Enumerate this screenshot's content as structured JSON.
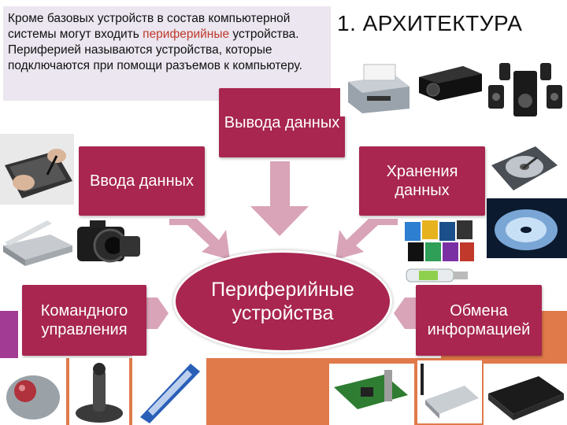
{
  "intro": {
    "part1": "Кроме базовых устройств в состав компьютерной системы могут входить ",
    "highlight": "периферийные",
    "part2": " устройства. Периферией называются устройства, которые подключаются при помощи разъемов к компьютеру."
  },
  "title": "1. АРХИТЕКТУРА",
  "center": "Периферийные устройства",
  "categories": {
    "input": "Ввода данных",
    "output": "Вывода данных",
    "storage": "Хранения данных",
    "command": "Командного управления",
    "exchange": "Обмена информацией"
  },
  "colors": {
    "box": "#a8264f",
    "arrow": "#d9a3b8",
    "intro_bg": "#ebe6ef",
    "highlight": "#c0392b",
    "band_purple": "#a23b93",
    "band_orange": "#e07a4a"
  },
  "photos": [
    "printer-icon",
    "projector-icon",
    "speakers-icon",
    "graphics-tablet-icon",
    "scanner-icon",
    "camera-icon",
    "hard-drive-icon",
    "disc-icon",
    "memory-cards-icon",
    "usb-flash-icon",
    "trackball-mouse-icon",
    "joystick-icon",
    "remote-control-icon",
    "network-card-icon",
    "usb-modem-icon",
    "router-icon"
  ]
}
